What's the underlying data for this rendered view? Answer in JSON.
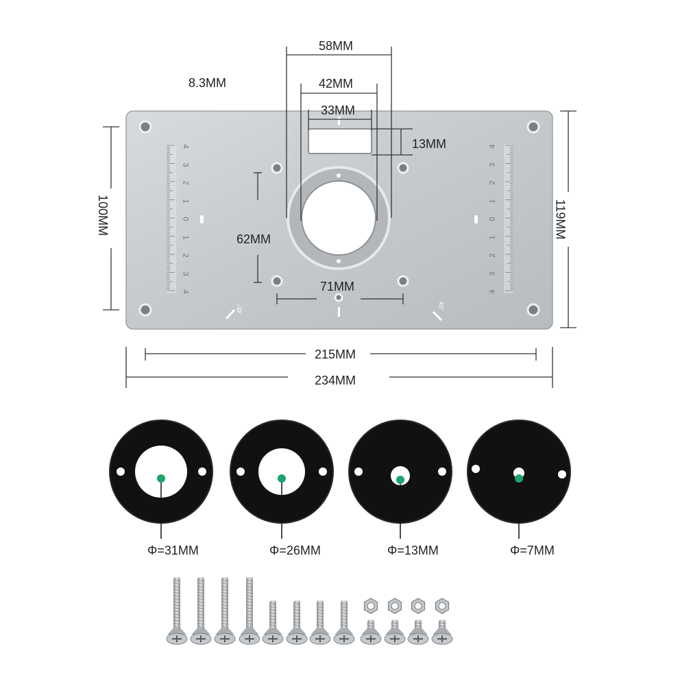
{
  "colors": {
    "plate": "#c9ccce",
    "plate_edge": "#a9adb0",
    "ring": "#121212",
    "center_dot": "#1aa36a",
    "dim_line": "#333333",
    "screw": "#b9bdc0"
  },
  "plate_labels": {
    "top_58": "58MM",
    "top_42": "42MM",
    "top_33": "33MM",
    "slot_13": "13MM",
    "thickness": "8.3MM",
    "ring_62": "62MM",
    "holes_71": "71MM",
    "height_100": "100MM",
    "height_119": "119MM",
    "width_215": "215MM",
    "width_234": "234MM"
  },
  "scale_numbers": [
    "4",
    "3",
    "2",
    "1",
    "0",
    "1",
    "2",
    "3",
    "4"
  ],
  "angle_marks": [
    "45°",
    "45°"
  ],
  "rings": [
    {
      "label": "Φ=31MM"
    },
    {
      "label": "Φ=26MM"
    },
    {
      "label": "Φ=13MM"
    },
    {
      "label": "Φ=7MM"
    }
  ]
}
